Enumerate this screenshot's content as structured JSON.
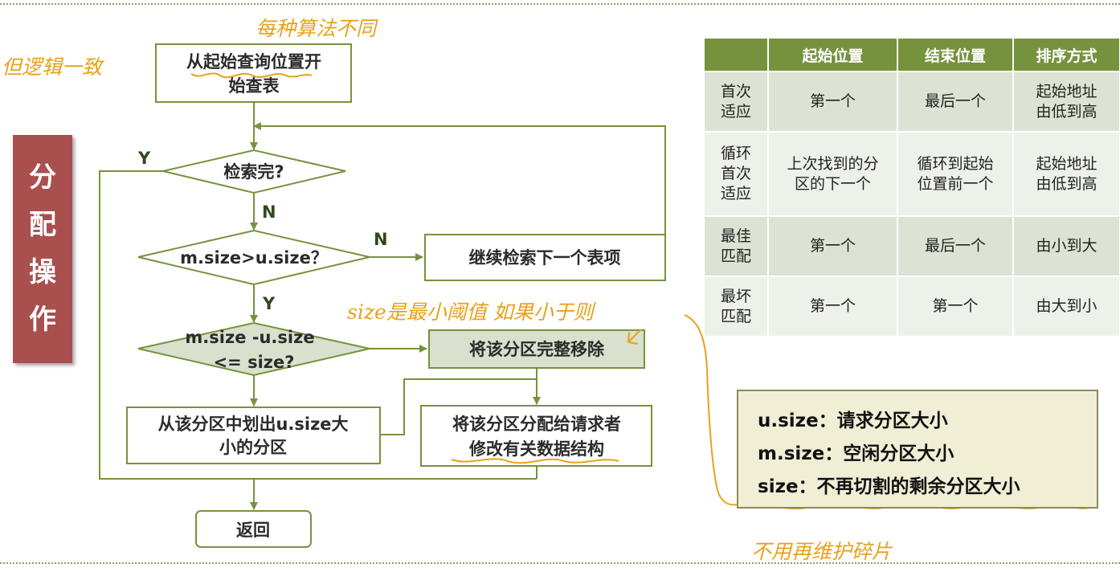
{
  "side_title": [
    "分",
    "配",
    "操",
    "作"
  ],
  "flowchart": {
    "start": [
      "从起始查询位置开",
      "始查表"
    ],
    "decision_done": "检索完?",
    "decision_size": "m.size>u.size？",
    "continue_search": "继续检索下一个表项",
    "decision_remain": [
      "m.size -u.size",
      "<= size?"
    ],
    "remove_whole": "将该分区完整移除",
    "split_out": [
      "从该分区中划出u.size大",
      "小的分区"
    ],
    "allocate": [
      "将该分区分配给请求者",
      "修改有关数据结构"
    ],
    "return": "返回",
    "labels": {
      "y1": "Y",
      "n1": "N",
      "n2": "N",
      "y2": "Y"
    }
  },
  "annotations": {
    "top": "每种算法不同",
    "left": "但逻辑一致",
    "middle": "size是最小阈值  如果小于则",
    "bottom": "不用再维护碎片"
  },
  "table": {
    "headers": [
      "",
      "起始位置",
      "结束位置",
      "排序方式"
    ],
    "rows": [
      {
        "name": [
          "首次",
          "适应"
        ],
        "start": [
          "第一个"
        ],
        "end": [
          "最后一个"
        ],
        "order": [
          "起始地址",
          "由低到高"
        ]
      },
      {
        "name": [
          "循环",
          "首次",
          "适应"
        ],
        "start": [
          "上次找到的分",
          "区的下一个"
        ],
        "end": [
          "循环到起始",
          "位置前一个"
        ],
        "order": [
          "起始地址",
          "由低到高"
        ]
      },
      {
        "name": [
          "最佳",
          "匹配"
        ],
        "start": [
          "第一个"
        ],
        "end": [
          "最后一个"
        ],
        "order": [
          "由小到大"
        ]
      },
      {
        "name": [
          "最坏",
          "匹配"
        ],
        "start": [
          "第一个"
        ],
        "end": [
          "第一个"
        ],
        "order": [
          "由大到小"
        ]
      }
    ]
  },
  "legend": [
    "u.size：请求分区大小",
    "m.size：空闲分区大小",
    "size：不再切割的剩余分区大小"
  ],
  "colors": {
    "flow_green": "#77923c",
    "box_fill": "#ffffff",
    "shaded_fill": "#d9e0cd",
    "banner": "#a9504f",
    "handwriting": "#e7a21b"
  }
}
